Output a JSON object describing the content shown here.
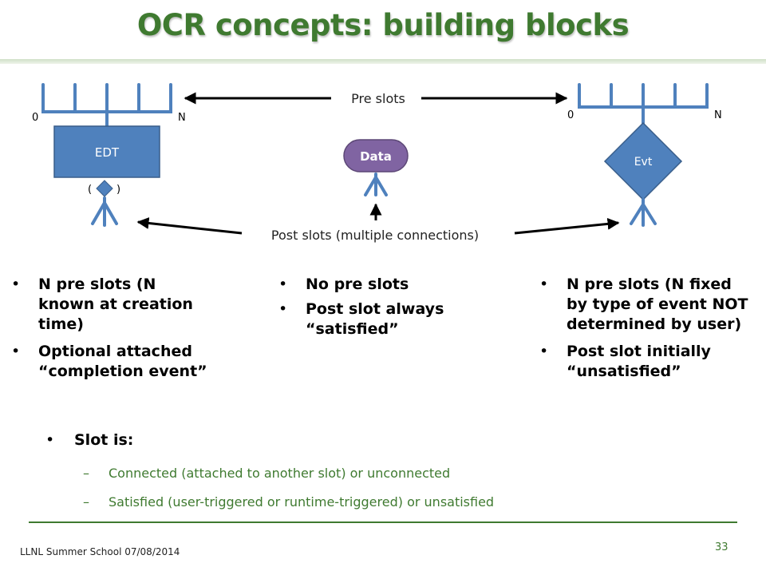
{
  "title": "OCR concepts: building blocks",
  "diagram": {
    "pre_slots_label": "Pre slots",
    "post_slots_label": "Post slots (multiple connections)",
    "edt": {
      "label": "EDT",
      "slot_start": "0",
      "slot_end": "N",
      "paren_open": "(",
      "paren_close": ")"
    },
    "data_block": {
      "label": "Data"
    },
    "evt": {
      "label": "Evt",
      "slot_start": "0",
      "slot_end": "N"
    },
    "colors": {
      "box_fill": "#4f81bd",
      "box_stroke": "#385d8a",
      "data_fill": "#8064a2",
      "comb_stroke": "#4f81bd"
    }
  },
  "columns": {
    "edt": [
      "N pre slots (N known at creation time)",
      "Optional attached “completion event”"
    ],
    "data": [
      "No pre slots",
      "Post slot always “satisfied”"
    ],
    "evt": [
      "N pre slots (N fixed by type of event NOT determined by user)",
      "Post slot initially “unsatisfied”"
    ]
  },
  "slot": {
    "heading": "Slot is:",
    "items": [
      "Connected (attached to another slot) or unconnected",
      "Satisfied (user-triggered or runtime-triggered) or unsatisfied"
    ]
  },
  "footer": {
    "text": "LLNL Summer School 07/08/2014",
    "page": "33"
  },
  "accent": "#3f7a30"
}
